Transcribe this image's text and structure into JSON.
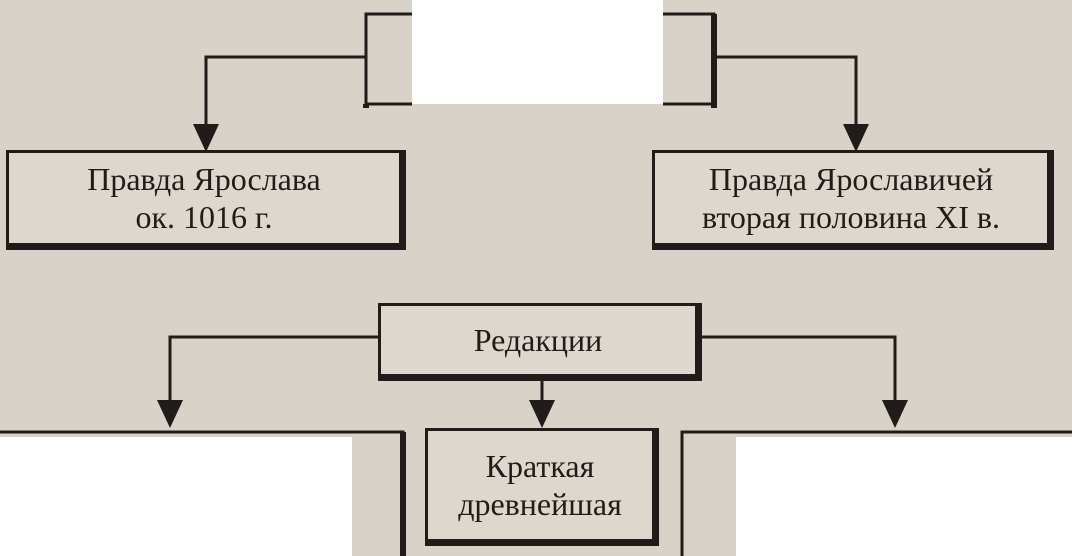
{
  "diagram": {
    "top_left_box": {
      "line1": "Правда Ярослава",
      "line2": "ок. 1016 г."
    },
    "top_right_box": {
      "line1": "Правда Ярославичей",
      "line2": "вторая половина XI в."
    },
    "redaktsii_box": {
      "label": "Редакции"
    },
    "bottom_center_box": {
      "line1": "Краткая",
      "line2": "древнейшая"
    }
  },
  "colors": {
    "paper": "#d8d2c8",
    "ink": "#1f1c19"
  }
}
